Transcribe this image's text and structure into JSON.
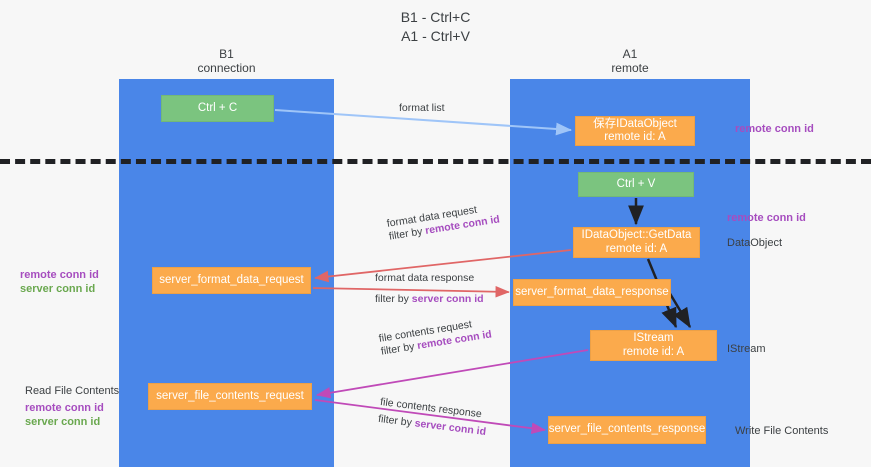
{
  "title": {
    "line1": "B1 - Ctrl+C",
    "line2": "A1 - Ctrl+V"
  },
  "lanes": [
    {
      "id": "b1",
      "name": "B1",
      "sub": "connection",
      "color": "#4a86e8"
    },
    {
      "id": "a1",
      "name": "A1",
      "sub": "remote",
      "color": "#4a86e8"
    }
  ],
  "boxes": {
    "ctrl_c": "Ctrl + C",
    "save_idataobject_line1": "保存IDataObject",
    "save_idataobject_line2": "remote id: A",
    "ctrl_v": "Ctrl + V",
    "getdata_line1": "IDataObject::GetData",
    "getdata_line2": "remote id: A",
    "server_format_data_request": "server_format_data_request",
    "server_format_data_response": "server_format_data_response",
    "istream_line1": "IStream",
    "istream_line2": "remote id: A",
    "server_file_contents_request": "server_file_contents_request",
    "server_file_contents_response": "server_file_contents_response"
  },
  "edge_labels": {
    "format_list": "format list",
    "format_data_request": "format data request",
    "format_data_request_filter_prefix": "filter by ",
    "format_data_request_filter_key": "remote conn id",
    "format_data_response": "format data response",
    "format_data_response_filter_prefix": "filter by ",
    "format_data_response_filter_key": "server conn id",
    "file_contents_request": "file contents request",
    "file_contents_request_filter_prefix": "filter by ",
    "file_contents_request_filter_key": "remote conn id",
    "file_contents_response": "file contents response",
    "file_contents_response_filter_prefix": "filter by ",
    "file_contents_response_filter_key": "server conn id"
  },
  "annotations": {
    "remote_conn_id_top": "remote conn id",
    "remote_conn_id_mid": "remote conn id",
    "dataobject": "DataObject",
    "istream": "IStream",
    "write_file_contents": "Write File Contents",
    "read_file_contents": "Read File Contents",
    "left_mid_remote": "remote conn id",
    "left_mid_server": "server conn id",
    "left_bot_remote": "remote conn id",
    "left_bot_server": "server conn id"
  },
  "colors": {
    "lane": "#4a86e8",
    "green_box": "#7bc47f",
    "orange_box": "#fbaa4c",
    "purple_key": "#a64dbf",
    "green_key": "#6aa84f",
    "arrow_light_blue": "#9fc5f8",
    "arrow_red": "#e06666",
    "arrow_magenta": "#c04ab8",
    "arrow_black": "#202124",
    "divider": "#202124",
    "background": "#f7f7f7"
  }
}
